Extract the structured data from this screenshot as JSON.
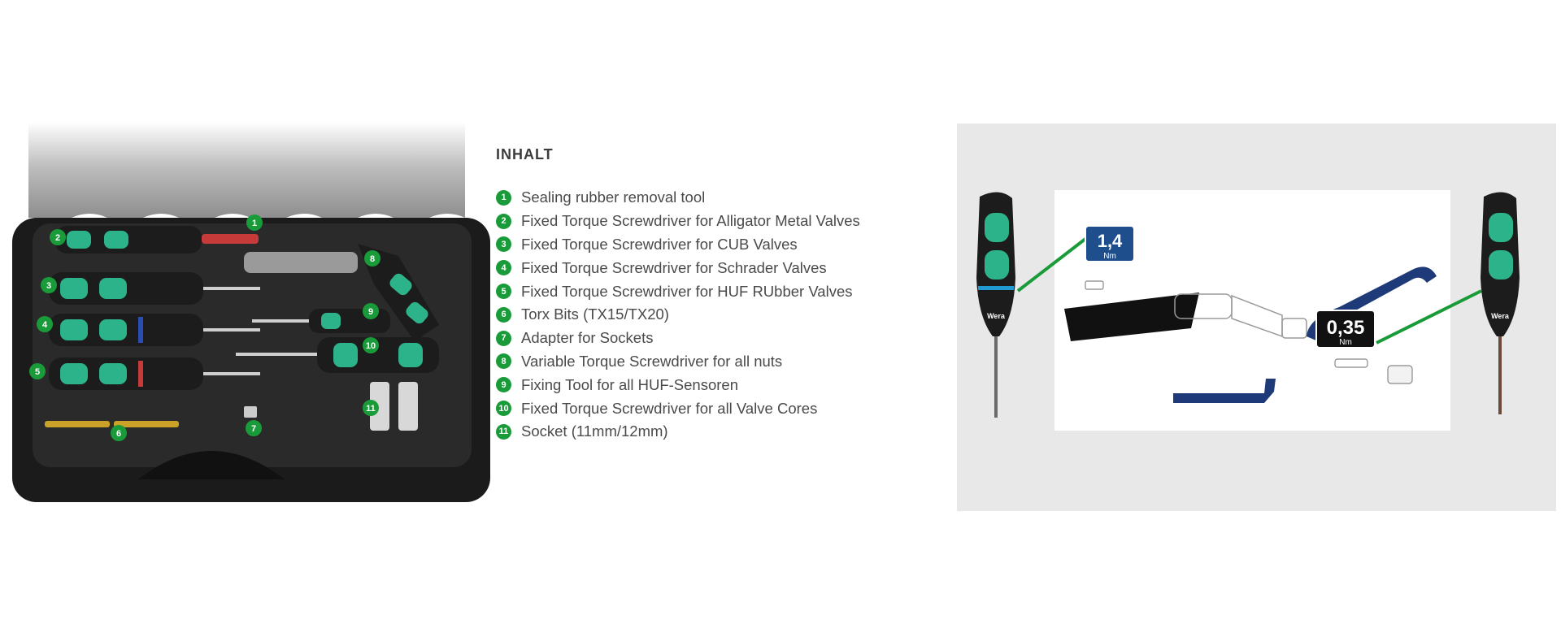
{
  "contents": {
    "heading": "INHALT",
    "items": [
      {
        "num": "1",
        "label": "Sealing rubber removal tool"
      },
      {
        "num": "2",
        "label": "Fixed Torque Screwdriver for Alligator Metal Valves"
      },
      {
        "num": "3",
        "label": "Fixed Torque Screwdriver for CUB Valves"
      },
      {
        "num": "4",
        "label": "Fixed Torque Screwdriver for Schrader Valves"
      },
      {
        "num": "5",
        "label": "Fixed Torque Screwdriver for HUF RUbber Valves"
      },
      {
        "num": "6",
        "label": "Torx Bits (TX15/TX20)"
      },
      {
        "num": "7",
        "label": "Adapter for Sockets"
      },
      {
        "num": "8",
        "label": "Variable Torque Screwdriver for all nuts"
      },
      {
        "num": "9",
        "label": "Fixing Tool for all HUF-Sensoren"
      },
      {
        "num": "10",
        "label": "Fixed Torque Screwdriver for all Valve Cores"
      },
      {
        "num": "11",
        "label": "Socket (11mm/12mm)"
      }
    ]
  },
  "diagram": {
    "torque_left": {
      "value": "1,4",
      "unit": "Nm"
    },
    "torque_right": {
      "value": "0,35",
      "unit": "Nm"
    },
    "brand": "Wera"
  },
  "colors": {
    "accent_green": "#1a9b3a",
    "handle_green": "#2db38a",
    "badge_blue": "#1f4e8c",
    "diagram_bg": "#e8e8e8"
  }
}
